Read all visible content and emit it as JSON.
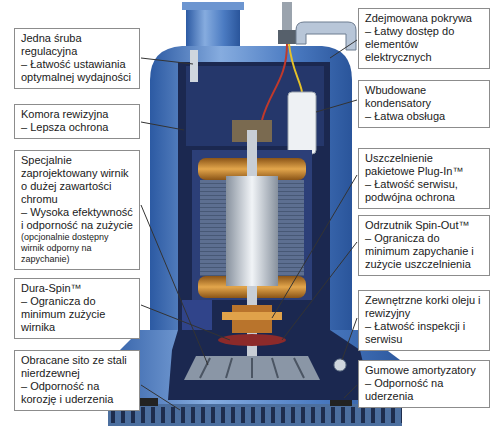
{
  "diagram": {
    "nodes": [
      {
        "text": [
          "Jedna śruba regulacyjna",
          "– Łatwość ustawiania optymalnej wydajności"
        ]
      },
      {
        "text": [
          "Komora rewizyjna",
          "– Lepsza ochrona"
        ]
      },
      {
        "text": [
          "Specjalnie zaprojektowany wirnik o dużej zawartości chromu",
          "– Wysoka efektywność i odporność na zużycie",
          "(opcjonalnie dostępny wirnik odporny na zapychanie)"
        ]
      },
      {
        "text": [
          "Dura-Spin™",
          "– Ogranicza do minimum zużycie wirnika"
        ]
      },
      {
        "text": [
          "Obracane sito ze stali nierdzewnej",
          "– Odporność na korozję i uderzenia"
        ]
      },
      {
        "text": [
          "Zdejmowana pokrywa",
          "– Łatwy dostęp do elementów elektrycznych"
        ]
      },
      {
        "text": [
          "Wbudowane kondensatory",
          "– Łatwa obsługa"
        ]
      },
      {
        "text": [
          "Uszczelnienie pakietowe Plug-In™",
          "– Łatwość serwisu, podwójna ochrona"
        ]
      },
      {
        "text": [
          "Odrzutnik Spin-Out™",
          "– Ogranicza do minimum zapychanie i zużycie uszczelnienia"
        ]
      },
      {
        "text": [
          "Zewnętrzne korki oleju i rewizyjny",
          "– Łatwość inspekcji i serwisu"
        ]
      },
      {
        "text": [
          "Gumowe amortyzatory",
          "– Odporność na uderzenia"
        ]
      }
    ]
  }
}
